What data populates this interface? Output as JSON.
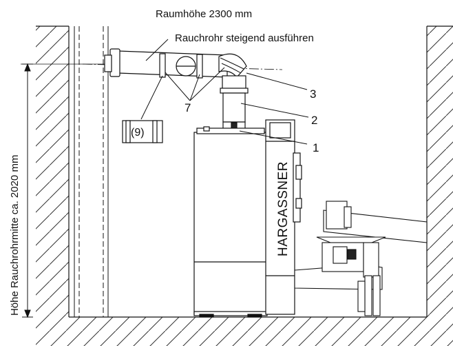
{
  "labels": {
    "room_height": "Raumhöhe 2300 mm",
    "flue_instruction": "Rauchrohr steigend ausführen",
    "flue_center_height": "Höhe Rauchrohrmitte ca. 2020 mm",
    "part_1": "1",
    "part_2": "2",
    "part_3": "3",
    "part_7": "7",
    "part_9": "(9)",
    "brand": "HARGASSNER"
  },
  "colors": {
    "line": "#111111",
    "hatch": "#333333",
    "background": "#ffffff"
  }
}
